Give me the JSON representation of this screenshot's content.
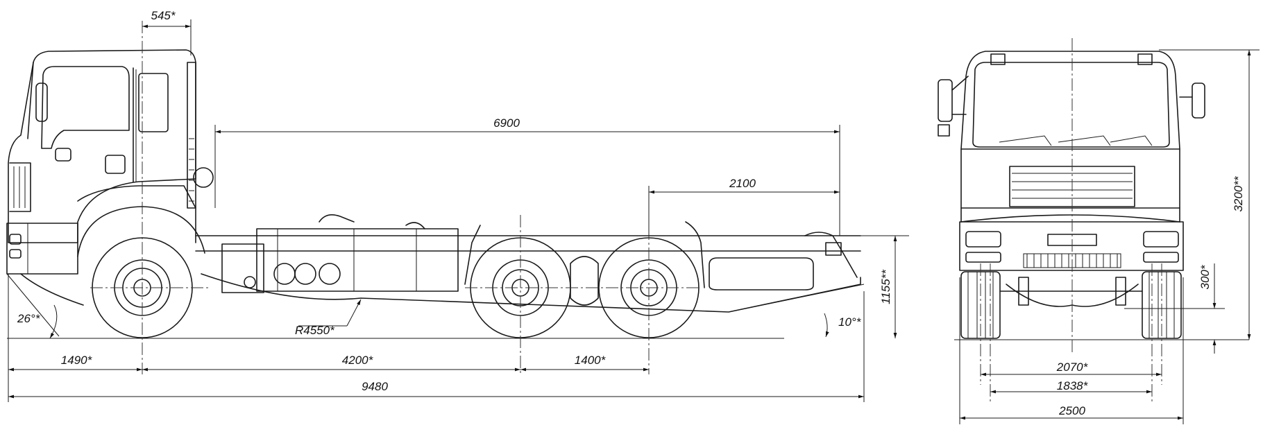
{
  "dimensions": {
    "cab_offset": "545*",
    "frame_length": "6900",
    "rear_overhang": "2100",
    "approach_angle": "26°*",
    "turning_radius": "R4550*",
    "departure_angle": "10°*",
    "frame_height": "1155**",
    "front_overhang": "1490*",
    "wheelbase": "4200*",
    "bogie_spacing": "1400*",
    "overall_length": "9480",
    "overall_height": "3200**",
    "ground_clearance": "300*",
    "front_track": "2070*",
    "rear_track": "1838*",
    "overall_width": "2500"
  }
}
